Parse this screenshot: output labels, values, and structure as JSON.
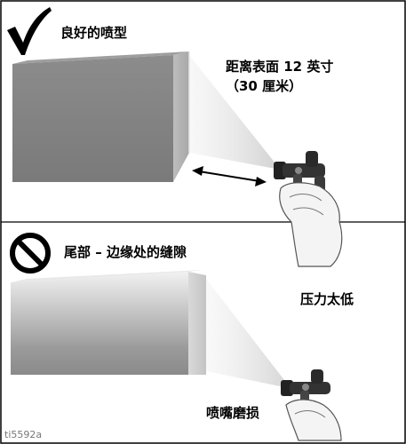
{
  "panel_good": {
    "title": "良好的喷型",
    "distance_line1": "距离表面 12 英寸",
    "distance_line2": "（30 厘米）"
  },
  "panel_bad": {
    "title": "尾部 – 边缘处的缝隙",
    "cause_low_pressure": "压力太低",
    "cause_worn_tip": "喷嘴磨损"
  },
  "figure_ref": "ti5592a"
}
